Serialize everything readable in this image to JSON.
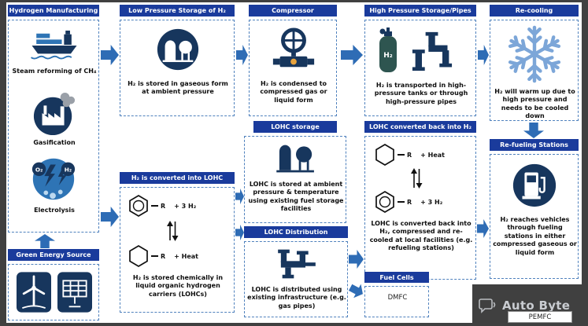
{
  "colors": {
    "header_bg": "#1a3b9c",
    "arrow_blue": "#2e6cb5",
    "dashed_border": "#4f81bd",
    "icon_navy": "#17365d",
    "icon_blue": "#2e74b5",
    "snowflake_blue": "#7ca6d8",
    "frame_gray": "#404040"
  },
  "hydrogen_manufacturing": {
    "title": "Hydrogen Manufacturing",
    "method1": "Steam reforming of CH₄",
    "method2": "Gasification",
    "method3": "Electrolysis",
    "o2_label": "O₂",
    "h2_label": "H₂"
  },
  "green_energy": {
    "title": "Green Energy Source"
  },
  "low_pressure_storage": {
    "title": "Low Pressure Storage of H₂",
    "description": "H₂ is stored in gaseous form at ambient pressure"
  },
  "compressor": {
    "title": "Compressor",
    "description": "H₂ is condensed to compressed gas or liquid form"
  },
  "high_pressure": {
    "title": "High Pressure Storage/Pipes",
    "cylinder_label": "H₂",
    "description": "H₂ is transported in high-pressure tanks or through high-pressure pipes"
  },
  "recooling": {
    "title": "Re-cooling",
    "description": "H₂ will warm up due to high pressure and needs to be cooled down"
  },
  "lohc_conversion": {
    "title": "H₂ is converted into LOHC",
    "r_label": "R",
    "top_addend": "+ 3 H₂",
    "bottom_addend": "+ Heat",
    "description": "H₂ is stored chemically in liquid organic hydrogen carriers (LOHCs)"
  },
  "lohc_storage": {
    "title": "LOHC storage",
    "description": "LOHC is stored at ambient pressure & temperature using existing fuel storage facilities"
  },
  "lohc_distribution": {
    "title": "LOHC Distribution",
    "description": "LOHC is distributed using existing infrastructure (e.g. gas pipes)"
  },
  "lohc_reconversion": {
    "title": "LOHC converted back into H₂",
    "r_label": "R",
    "top_addend": "+ Heat",
    "bottom_addend": "+ 3 H₂",
    "description": "LOHC is converted back into H₂, compressed and re-cooled at local facilities (e.g. refueling stations)"
  },
  "fuel_cells": {
    "title": "Fuel Cells",
    "option1": "DMFC",
    "option2": "PEMFC"
  },
  "refueling": {
    "title": "Re-fueling Stations",
    "description": "H₂ reaches vehicles through fueling stations in either compressed gaseous or liquid form"
  },
  "watermark": {
    "text": "Auto Byte"
  }
}
